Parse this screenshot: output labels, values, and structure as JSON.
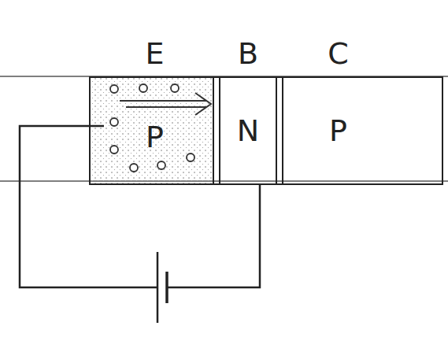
{
  "diagram": {
    "nodes": [
      {
        "text": [
          "E",
          "P"
        ]
      },
      {
        "text": [
          "B",
          "N"
        ]
      },
      {
        "text": [
          "C",
          "P"
        ]
      }
    ],
    "edges": [
      {
        "from": 0,
        "to": 1,
        "arrow": "none"
      }
    ]
  }
}
